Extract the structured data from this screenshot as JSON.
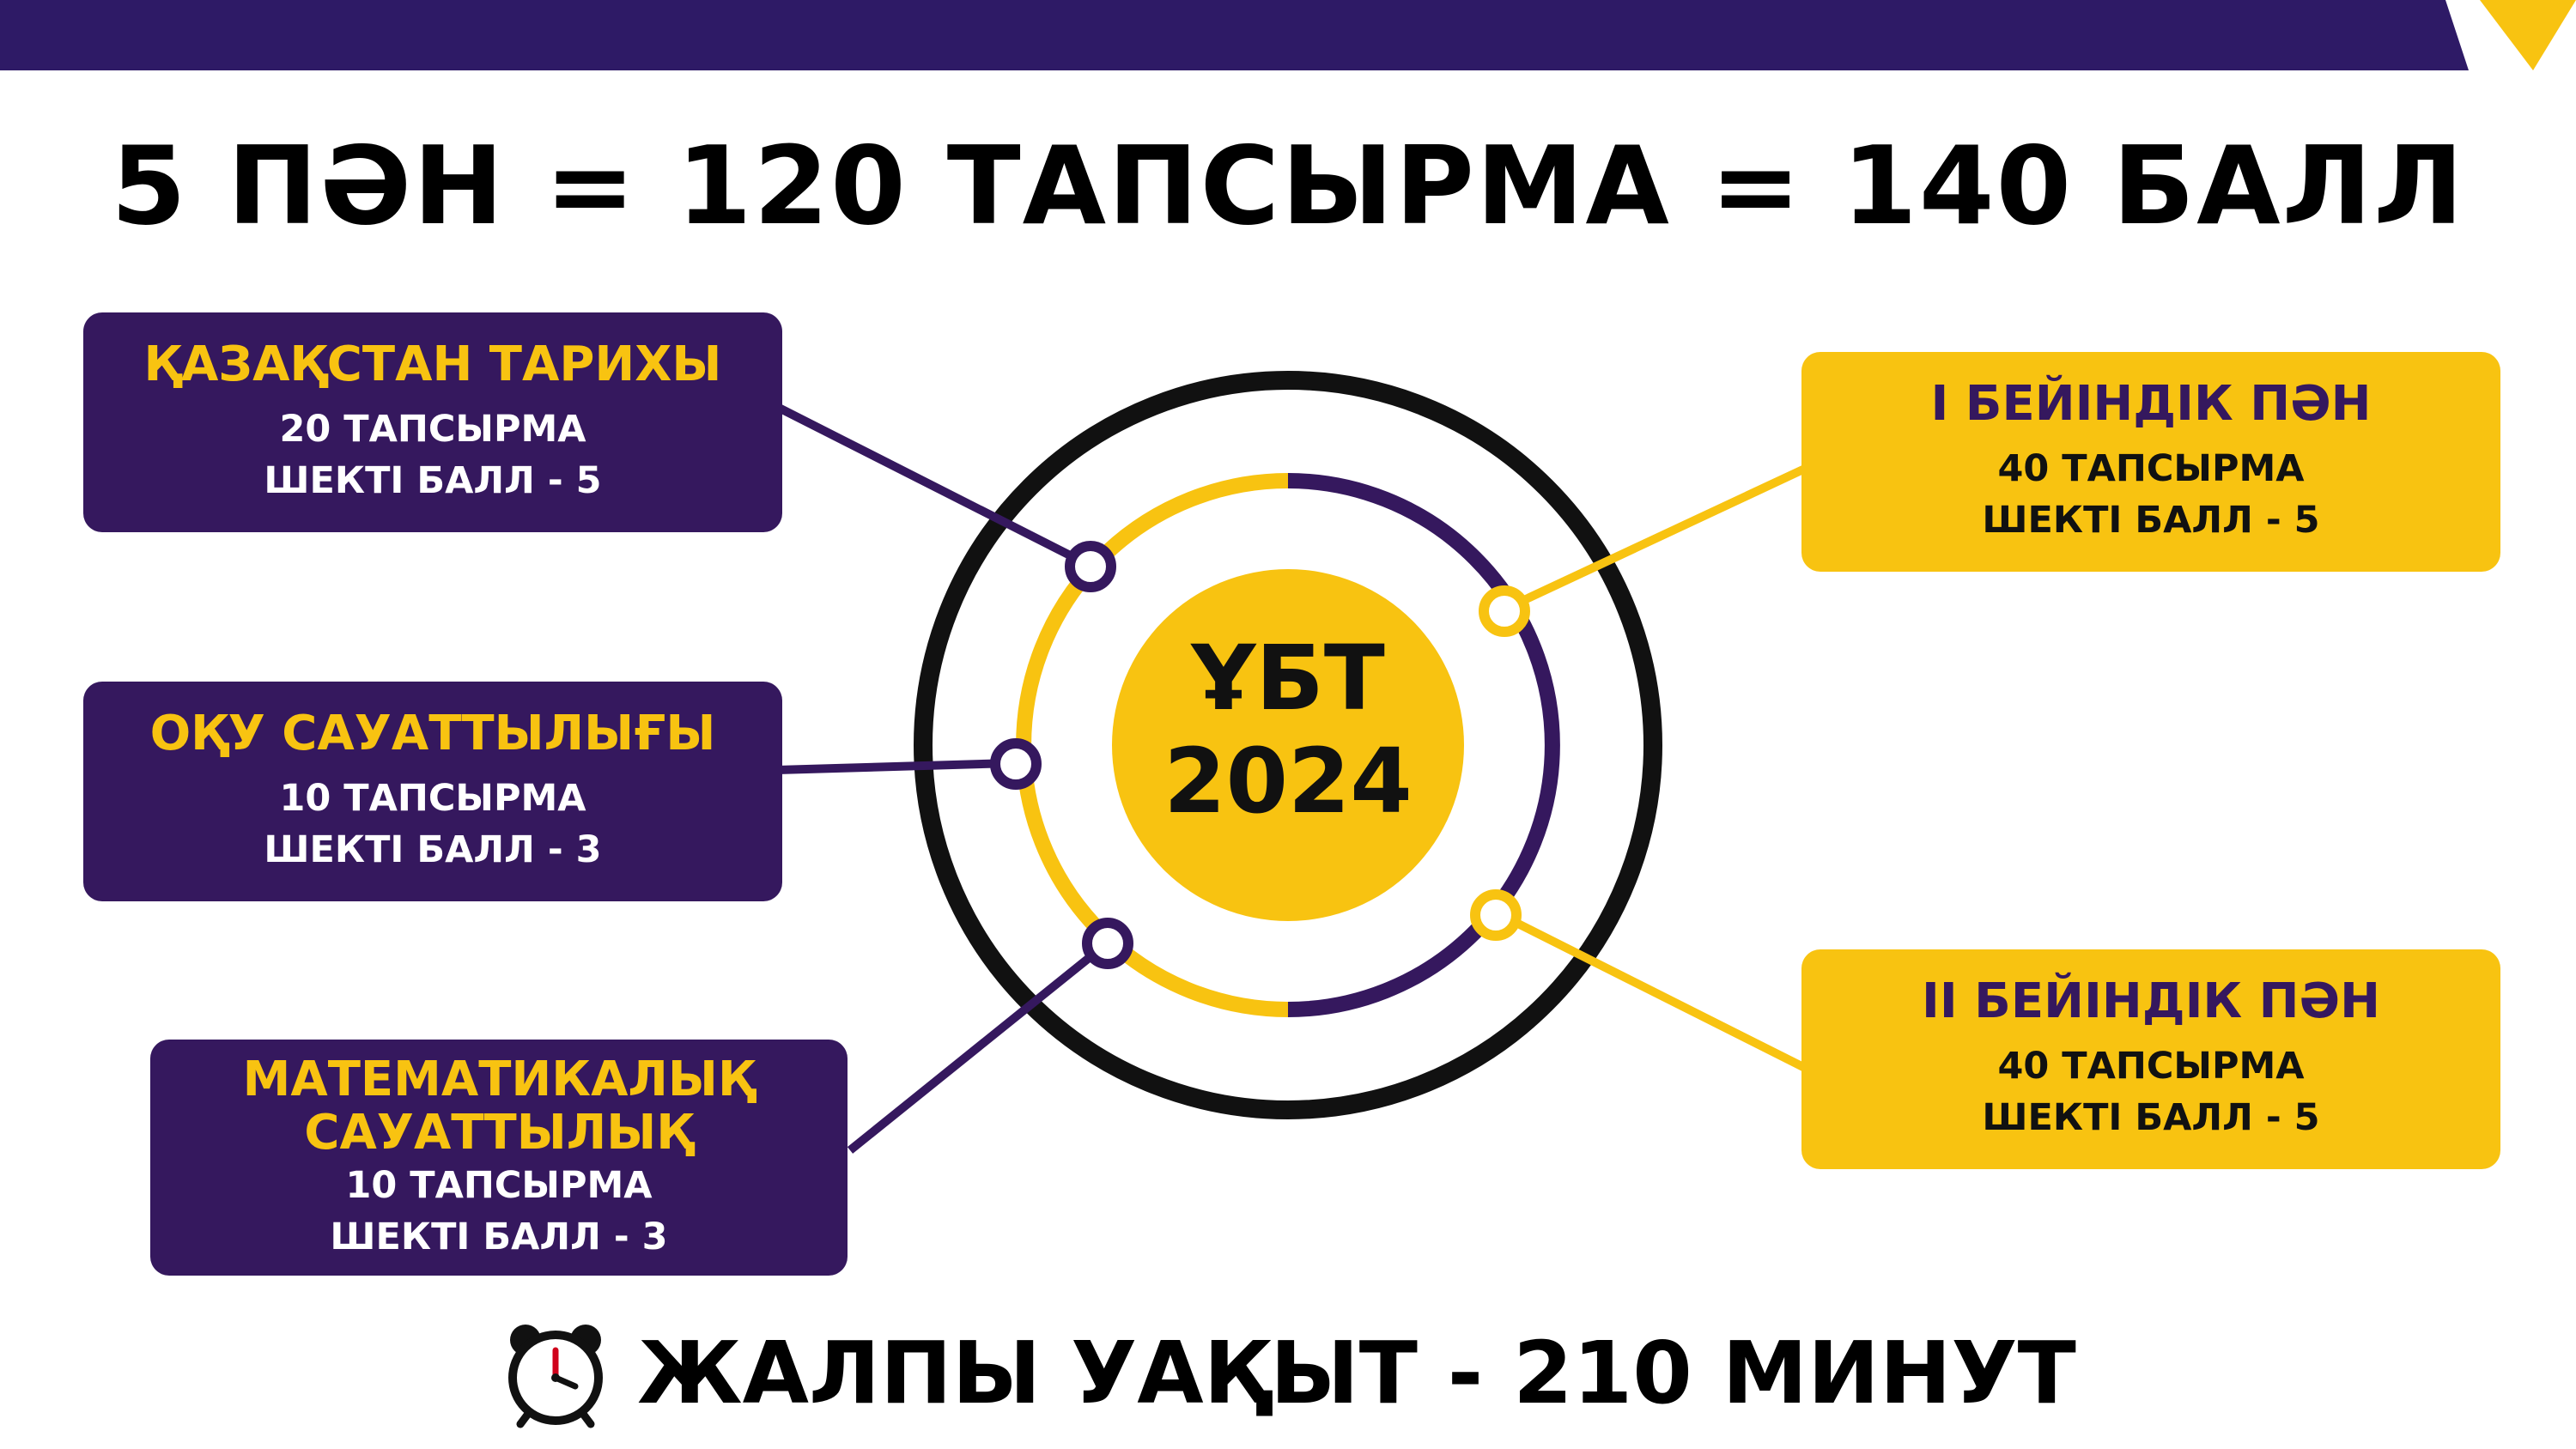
{
  "headline": "5 ПӘН = 120 ТАПСЫРМА = 140 БАЛЛ",
  "colors": {
    "purple": "#35185e",
    "yellow": "#f8c311",
    "black": "#111111"
  },
  "center": {
    "line1": "ҰБТ",
    "line2": "2024"
  },
  "subjects": [
    {
      "title": "ҚАЗАҚСТАН ТАРИХЫ",
      "tasks": "20 ТАПСЫРМА",
      "threshold": "ШЕКТІ БАЛЛ - 5"
    },
    {
      "title": "ОҚУ САУАТТЫЛЫҒЫ",
      "tasks": "10 ТАПСЫРМА",
      "threshold": "ШЕКТІ БАЛЛ - 3"
    },
    {
      "title_line1": "МАТЕМАТИКАЛЫҚ",
      "title_line2": "САУАТТЫЛЫҚ",
      "tasks": "10 ТАПСЫРМА",
      "threshold": "ШЕКТІ БАЛЛ - 3"
    },
    {
      "title": "I БЕЙІНДІК ПӘН",
      "tasks": "40 ТАПСЫРМА",
      "threshold": "ШЕКТІ БАЛЛ - 5"
    },
    {
      "title": "II БЕЙІНДІК ПӘН",
      "tasks": "40 ТАПСЫРМА",
      "threshold": "ШЕКТІ БАЛЛ - 5"
    }
  ],
  "footer": {
    "text": "ЖАЛПЫ УАҚЫТ - 210 МИНУТ",
    "icon": "alarm-clock-icon"
  }
}
